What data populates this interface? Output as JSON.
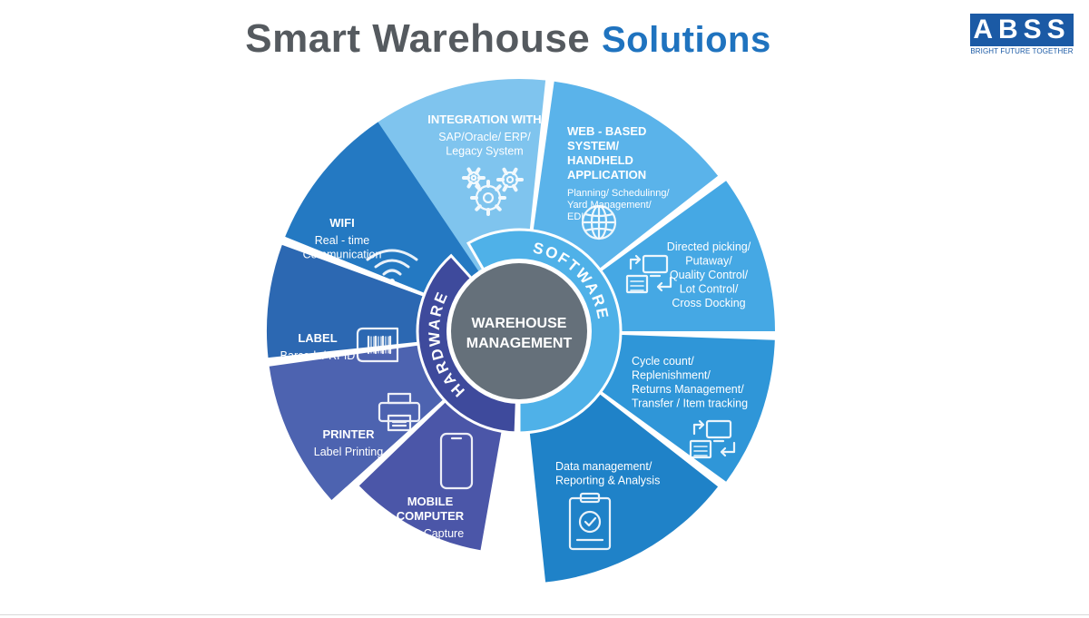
{
  "title": {
    "part1": "Smart Warehouse",
    "part2": "Solutions"
  },
  "logo": {
    "name": "ABSS",
    "tagline": "BRIGHT FUTURE TOGETHER"
  },
  "center": {
    "line1": "WAREHOUSE",
    "line2": "MANAGEMENT"
  },
  "rings": {
    "software": "SOFTWARE",
    "hardware": "HARDWARE"
  },
  "segments": [
    {
      "id": "integration",
      "group": "software",
      "color": "#7fc4ee",
      "icon": "gears-icon",
      "title": [
        "INTEGRATION WITH"
      ],
      "text": [
        "SAP/Oracle/ ERP/",
        "Legacy System"
      ]
    },
    {
      "id": "web",
      "group": "software",
      "color": "#5ab3ea",
      "icon": "globe-icon",
      "title": [
        "WEB - BASED",
        "SYSTEM/",
        "HANDHELD",
        "APPLICATION"
      ],
      "text": [
        "Planning/ Schedulinng/",
        "Yard Management/",
        "EDI"
      ]
    },
    {
      "id": "picking",
      "group": "software",
      "color": "#45a8e4",
      "icon": "transfer-icon",
      "title": [],
      "text": [
        "Directed picking/",
        "Putaway/",
        "Quality Control/",
        "Lot Control/",
        "Cross Docking"
      ]
    },
    {
      "id": "cycle",
      "group": "software",
      "color": "#2f96d8",
      "icon": "transfer-icon",
      "title": [],
      "text": [
        "Cycle count/",
        "Replenishment/",
        "Returns Management/",
        "Transfer / Item tracking"
      ]
    },
    {
      "id": "data",
      "group": "software",
      "color": "#1f82c8",
      "icon": "clipboard-check-icon",
      "title": [],
      "text": [
        "Data management/",
        "Reporting & Analysis"
      ]
    },
    {
      "id": "mobile",
      "group": "hardware",
      "color": "#4b56a8",
      "icon": "smartphone-icon",
      "title": [
        "MOBILE",
        "COMPUTER"
      ],
      "text": [
        "Data Capture"
      ]
    },
    {
      "id": "printer",
      "group": "hardware",
      "color": "#4d63b0",
      "icon": "printer-icon",
      "title": [
        "PRINTER"
      ],
      "text": [
        "Label Printing"
      ]
    },
    {
      "id": "label",
      "group": "hardware",
      "color": "#2c68b2",
      "icon": "barcode-icon",
      "title": [
        "LABEL"
      ],
      "text": [
        "Barcode/ RFID"
      ]
    },
    {
      "id": "wifi",
      "group": "hardware",
      "color": "#2479c2",
      "icon": "wifi-icon",
      "title": [
        "WIFI"
      ],
      "text": [
        "Real - time",
        "Communication"
      ]
    }
  ],
  "colors": {
    "title_gray": "#555a5f",
    "title_blue": "#1f73bf",
    "software_ring": "#4fb1e8",
    "hardware_ring": "#3e4a9c",
    "center": "#65707a"
  }
}
